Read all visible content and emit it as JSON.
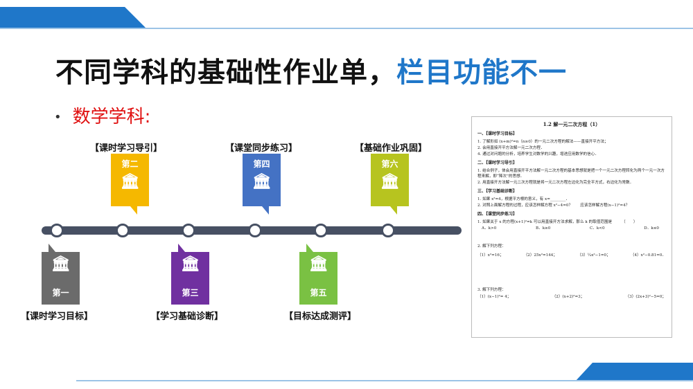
{
  "title": {
    "main": "不同学科的基础性作业单，",
    "highlight": "栏目功能不一"
  },
  "bullet": {
    "dot": "•",
    "text": "数学学科:"
  },
  "timeline": {
    "upper": [
      {
        "step": "第二",
        "caption": "【课时学习导引】",
        "color": "#f5b800"
      },
      {
        "step": "第四",
        "caption": "【课堂同步练习】",
        "color": "#4472c4"
      },
      {
        "step": "第六",
        "caption": "【基础作业巩固】",
        "color": "#b7c41f"
      }
    ],
    "lower": [
      {
        "step": "第一",
        "caption": "【课时学习目标】",
        "color": "#6b6b6b"
      },
      {
        "step": "第三",
        "caption": "【学习基础诊断】",
        "color": "#7030a0"
      },
      {
        "step": "第五",
        "caption": "【目标达成测评】",
        "color": "#7ac143"
      }
    ],
    "icon": "🏛"
  },
  "doc": {
    "title": "1.2 解一元二次方程（1）",
    "s1": "一、【课时学习目标】",
    "s1_items": [
      "1. 了解形如 (x+m)²=n（n≥0）的一元二次方程的解法——直接开平方法；",
      "2. 会用直接开平方法解一元二次方程．",
      "4. 通过对问题的分析，培养学生对数学的兴趣，增进应用数学的信心．"
    ],
    "s2": "二、【课时学习导引】",
    "s2_items": [
      "1. 结合例子，体会用直接开平方法解一元二次方程的基本思想就是把一个一元二次方程转化为两个一元一次方程来解，即“降次”的思想．",
      "2. 用直接开方法解一元二次方程就是将一元二次方程左边化为完全平方式，右边化为常数．"
    ],
    "s3": "三、【学习基础诊断】",
    "s3_items": [
      "1. 如果 x²=4，根据平方根的意义，有 x=________．",
      "2. 对照上面解方程的过程，应该怎样解方程 x²−4=0？　　应该怎样解方程(x−1)²=4？"
    ],
    "s4": "四、【课堂同步练习】",
    "q1": "1. 如果关于 x 的方程(x+1)²=k 可以用直接开方法求解，那么 k 的取值范围是　　　（　　）",
    "q1_opts": [
      "A．k>0",
      "B．k≥0",
      "C．k<0",
      "D．k≤0"
    ],
    "q2": "2. 解下列方程：",
    "q2_items": [
      "（1）x²=16；",
      "（2）25x²=144；",
      "（3）¼x²−1=0；",
      "（4）x²−0.81=0．"
    ],
    "q3": "3. 解下列方程：",
    "q3_items": [
      "（1）(x−1)²= 4；",
      "（2）(x+2)²=3；",
      "（3）(2x+3)²−5=0；"
    ]
  }
}
